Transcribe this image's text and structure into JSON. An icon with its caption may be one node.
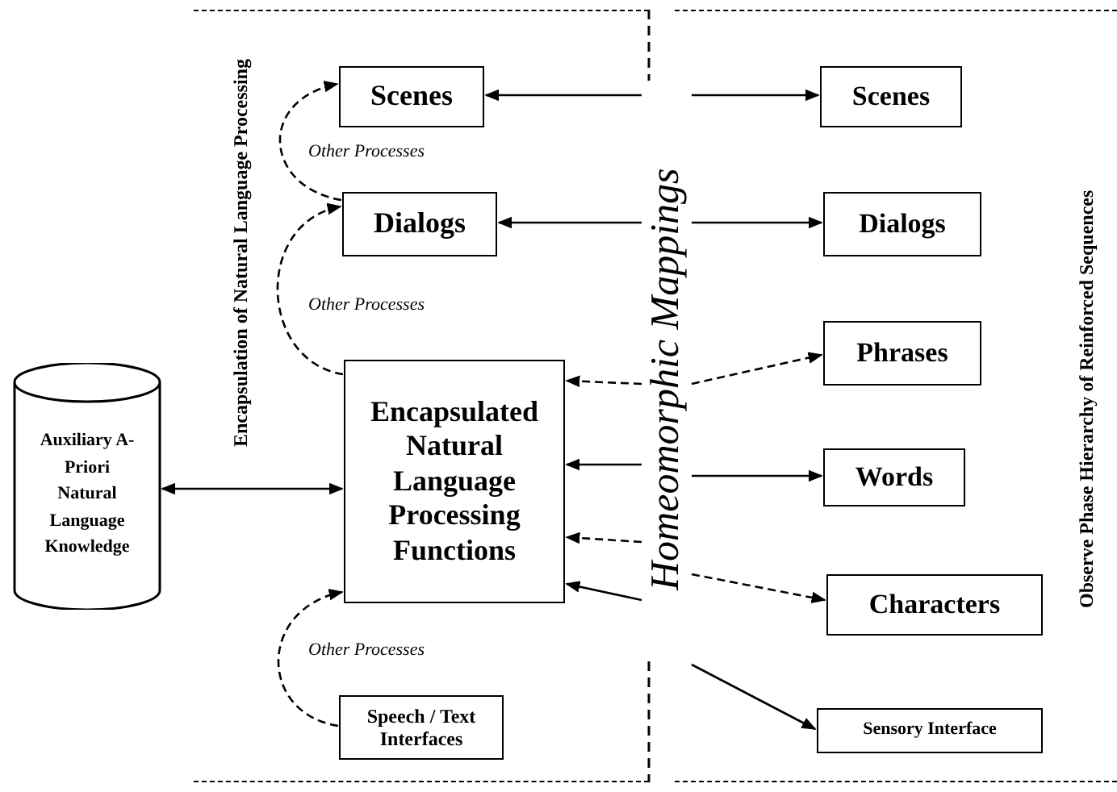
{
  "diagram": {
    "nodes": [
      {
        "text": [
          "Encapsulation of Natural Language Processing"
        ]
      },
      {
        "text": [
          "Scenes"
        ],
        "in": 0
      },
      {
        "text": [
          "Dialogs"
        ],
        "in": 0
      },
      {
        "text": [
          "Encapsulated Natural Language Processing Functions"
        ],
        "in": 0
      },
      {
        "text": [
          "Speech / Text Interfaces"
        ],
        "in": 0
      },
      {
        "text": [
          "Auxiliary A-Priori Natural Language Knowledge"
        ]
      },
      {
        "text": [
          "Homeomorphic Mappings"
        ]
      },
      {
        "text": [
          "Observe Phase Hierarchy of Reinforced Sequences"
        ]
      },
      {
        "text": [
          "Scenes"
        ],
        "in": 7
      },
      {
        "text": [
          "Dialogs"
        ],
        "in": 7
      },
      {
        "text": [
          "Phrases"
        ],
        "in": 7
      },
      {
        "text": [
          "Words"
        ],
        "in": 7
      },
      {
        "text": [
          "Characters"
        ],
        "in": 7
      },
      {
        "text": [
          "Sensory Interface"
        ],
        "in": 7
      }
    ],
    "edges": [
      {
        "from": 2,
        "to": 1,
        "arrow": "to",
        "label": "Other Processes",
        "style": "dashed"
      },
      {
        "from": 3,
        "to": 2,
        "arrow": "to",
        "label": "Other Processes",
        "style": "dashed"
      },
      {
        "from": 4,
        "to": 3,
        "arrow": "to",
        "label": "Other Processes",
        "style": "dashed"
      },
      {
        "from": 5,
        "to": 3,
        "arrow": "both"
      },
      {
        "from": 6,
        "to": 1,
        "arrow": "to"
      },
      {
        "from": 6,
        "to": 8,
        "arrow": "to"
      },
      {
        "from": 6,
        "to": 2,
        "arrow": "to"
      },
      {
        "from": 6,
        "to": 9,
        "arrow": "to"
      },
      {
        "from": 6,
        "to": 3,
        "arrow": "to",
        "style": "dashed"
      },
      {
        "from": 6,
        "to": 10,
        "arrow": "to",
        "style": "dashed"
      },
      {
        "from": 6,
        "to": 3,
        "arrow": "to"
      },
      {
        "from": 6,
        "to": 11,
        "arrow": "to"
      },
      {
        "from": 6,
        "to": 3,
        "arrow": "to",
        "style": "dashed"
      },
      {
        "from": 6,
        "to": 12,
        "arrow": "to",
        "style": "dashed"
      },
      {
        "from": 6,
        "to": 3,
        "arrow": "to"
      },
      {
        "from": 6,
        "to": 13,
        "arrow": "to"
      }
    ]
  }
}
